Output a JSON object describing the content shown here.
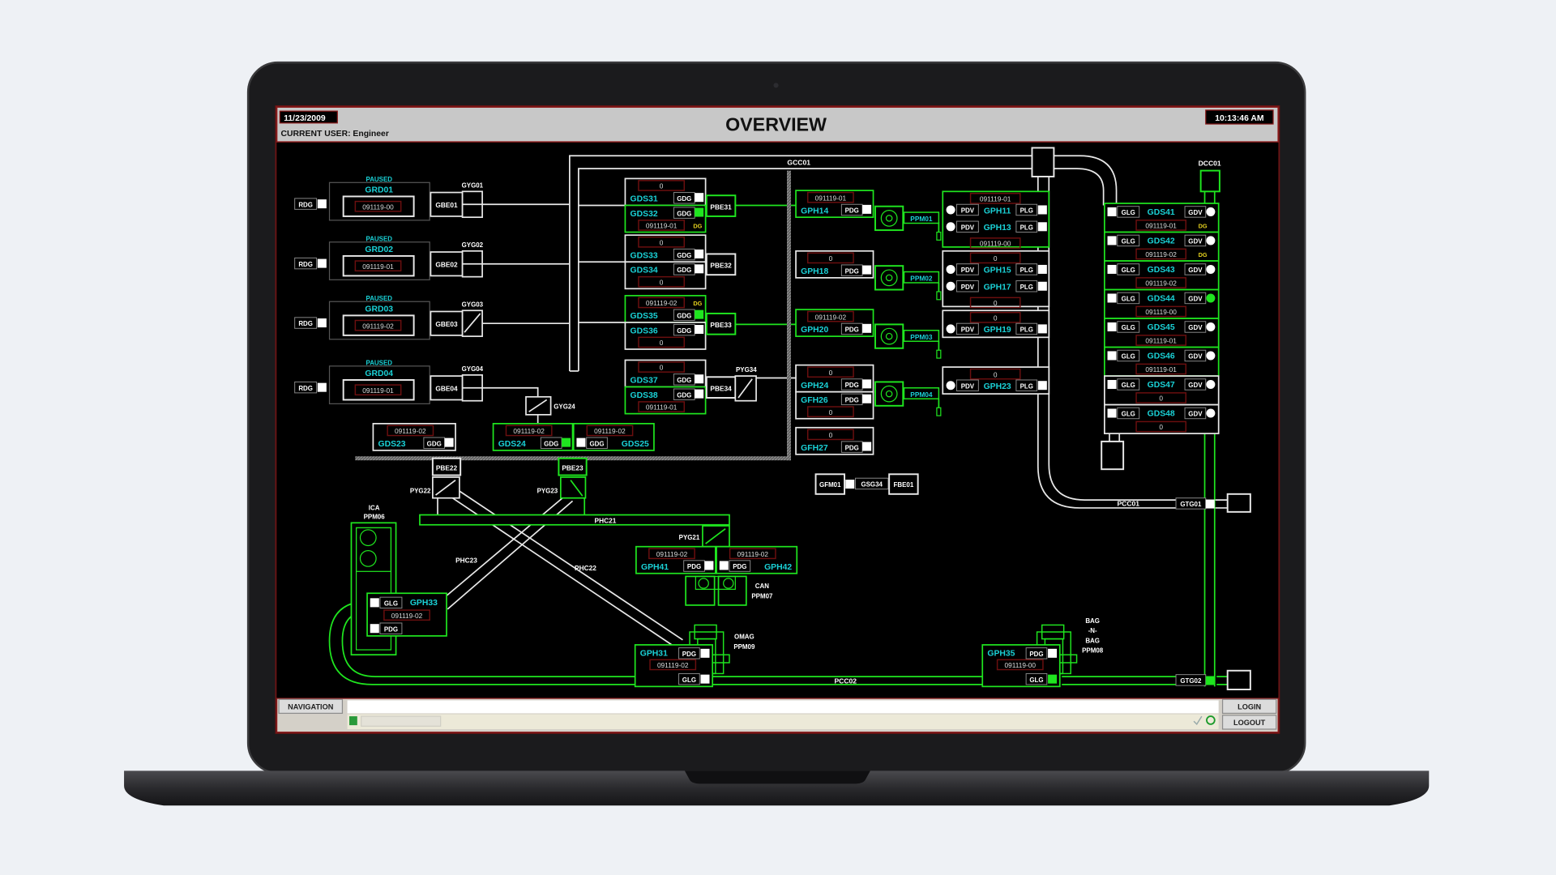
{
  "header": {
    "date": "11/23/2009",
    "current_user": "CURRENT USER: Engineer",
    "title": "OVERVIEW",
    "time": "10:13:46 AM"
  },
  "footer": {
    "navigation": "NAVIGATION",
    "login": "LOGIN",
    "logout": "LOGOUT"
  },
  "colors": {
    "green": "#1fe51f",
    "cyan": "#1ad1d6",
    "yellow": "#e6d21e",
    "value_border": "#6b0f0f",
    "text": "#ffffff",
    "header_bg": "#c8c8c8",
    "frame_red": "#8a1b1b"
  },
  "grd": [
    {
      "status": "PAUSED",
      "name": "GRD01",
      "value": "091119-00",
      "rdg": "RDG",
      "gbe": "GBE01",
      "gyg": "GYG01"
    },
    {
      "status": "PAUSED",
      "name": "GRD02",
      "value": "091119-01",
      "rdg": "RDG",
      "gbe": "GBE02",
      "gyg": "GYG02"
    },
    {
      "status": "PAUSED",
      "name": "GRD03",
      "value": "091119-02",
      "rdg": "RDG",
      "gbe": "GBE03",
      "gyg": "GYG03"
    },
    {
      "status": "PAUSED",
      "name": "GRD04",
      "value": "091119-01",
      "rdg": "RDG",
      "gbe": "GBE04",
      "gyg": "GYG04"
    }
  ],
  "gds_left": [
    {
      "name": "GDS31",
      "tag": "GDG",
      "value": "0",
      "on": false
    },
    {
      "name": "GDS32",
      "tag": "GDG",
      "value": "091119-01",
      "flag": "DG",
      "on": true
    },
    {
      "name": "GDS33",
      "tag": "GDG",
      "value": "0",
      "on": false
    },
    {
      "name": "GDS34",
      "tag": "GDG",
      "value": "0",
      "on": false
    },
    {
      "name": "GDS35",
      "tag": "GDG",
      "value": "091119-02",
      "flag": "DG",
      "on": true
    },
    {
      "name": "GDS36",
      "tag": "GDG",
      "value": "0",
      "on": false
    },
    {
      "name": "GDS37",
      "tag": "GDG",
      "value": "0",
      "on": false
    },
    {
      "name": "GDS38",
      "tag": "GDG",
      "value": "091119-01",
      "on": false
    }
  ],
  "pbe": [
    "PBE31",
    "PBE32",
    "PBE33",
    "PBE34"
  ],
  "gph_left": [
    {
      "name": "GPH14",
      "tag": "PDG",
      "value": "091119-01",
      "on": false
    },
    {
      "name": "GPH18",
      "tag": "PDG",
      "value": "0",
      "on": false
    },
    {
      "name": "GPH20",
      "tag": "PDG",
      "value": "091119-02",
      "on": false
    },
    {
      "name": "GPH24",
      "tag": "PDG",
      "value": "0",
      "on": false
    },
    {
      "name": "GFH26",
      "tag": "PDG",
      "value": "0",
      "on": false
    },
    {
      "name": "GFH27",
      "tag": "PDG",
      "value": "0",
      "on": false
    }
  ],
  "pumps": [
    "PPM01",
    "PPM02",
    "PPM03",
    "PPM04"
  ],
  "gph_right_tags": {
    "pdv": "PDV",
    "plg": "PLG"
  },
  "gph_right": [
    {
      "value_top": "091119-01",
      "rows": [
        {
          "name": "GPH11"
        },
        {
          "name": "GPH13"
        }
      ],
      "value_bottom": "091119-00"
    },
    {
      "value_top": "0",
      "rows": [
        {
          "name": "GPH15"
        },
        {
          "name": "GPH17"
        }
      ],
      "value_bottom": "0"
    },
    {
      "value_top": "0",
      "rows": [
        {
          "name": "GPH19"
        }
      ]
    },
    {
      "value_top": "0",
      "rows": [
        {
          "name": "GPH23"
        }
      ]
    }
  ],
  "gds_right_tags": {
    "glg": "GLG",
    "gdv": "GDV"
  },
  "gds_right": [
    {
      "name": "GDS41",
      "value": "091119-01",
      "flag": "DG",
      "gdv_on": false
    },
    {
      "name": "GDS42",
      "value": "091119-02",
      "flag": "DG",
      "gdv_on": false
    },
    {
      "name": "GDS43",
      "value": "091119-02",
      "gdv_on": false
    },
    {
      "name": "GDS44",
      "value": "091119-00",
      "gdv_on": true
    },
    {
      "name": "GDS45",
      "value": "091119-01",
      "gdv_on": false
    },
    {
      "name": "GDS46",
      "value": "091119-01",
      "gdv_on": false
    },
    {
      "name": "GDS47",
      "value": "0",
      "gdv_on": false
    },
    {
      "name": "GDS48",
      "value": "0",
      "gdv_on": false
    }
  ],
  "gds_bottom": [
    {
      "name": "GDS23",
      "tag": "GDG",
      "value": "091119-02",
      "on": false
    },
    {
      "name": "GDS24",
      "tag": "GDG",
      "value": "091119-02",
      "on": true
    },
    {
      "name": "GDS25",
      "tag": "GDG",
      "value": "091119-02",
      "on": false
    }
  ],
  "gph_bottom": [
    {
      "name": "GPH41",
      "tag": "PDG",
      "value": "091119-02",
      "on": false
    },
    {
      "name": "GPH42",
      "tag": "PDG",
      "value": "091119-02",
      "on": false
    }
  ],
  "gph33": {
    "name": "GPH33",
    "tag_top": "GLG",
    "value": "091119-02",
    "tag_bottom": "PDG"
  },
  "gph31": {
    "name": "GPH31",
    "tag_top": "PDG",
    "value": "091119-02",
    "tag_bottom": "GLG",
    "bottom_on": false
  },
  "gph35": {
    "name": "GPH35",
    "tag_top": "PDG",
    "value": "091119-00",
    "tag_bottom": "GLG",
    "bottom_on": true
  },
  "labels": {
    "gcc01": "GCC01",
    "dcc01": "DCC01",
    "pcc01": "PCC01",
    "pcc02": "PCC02",
    "gtg01": "GTG01",
    "gtg02": "GTG02",
    "gyg24": "GYG24",
    "pyg34": "PYG34",
    "phc21": "PHC21",
    "phc22": "PHC22",
    "phc23": "PHC23",
    "pyg21": "PYG21",
    "pyg22": "PYG22",
    "pyg23": "PYG23",
    "pbe22": "PBE22",
    "pbe23": "PBE23",
    "gfm01": "GFM01",
    "gsg34": "GSG34",
    "fbe01": "FBE01"
  },
  "equipment": {
    "ica": [
      "ICA",
      "PPM06"
    ],
    "can": [
      "CAN",
      "PPM07"
    ],
    "omag": [
      "OMAG",
      "PPM09"
    ],
    "bag": [
      "BAG",
      "-N-",
      "BAG",
      "PPM08"
    ]
  }
}
